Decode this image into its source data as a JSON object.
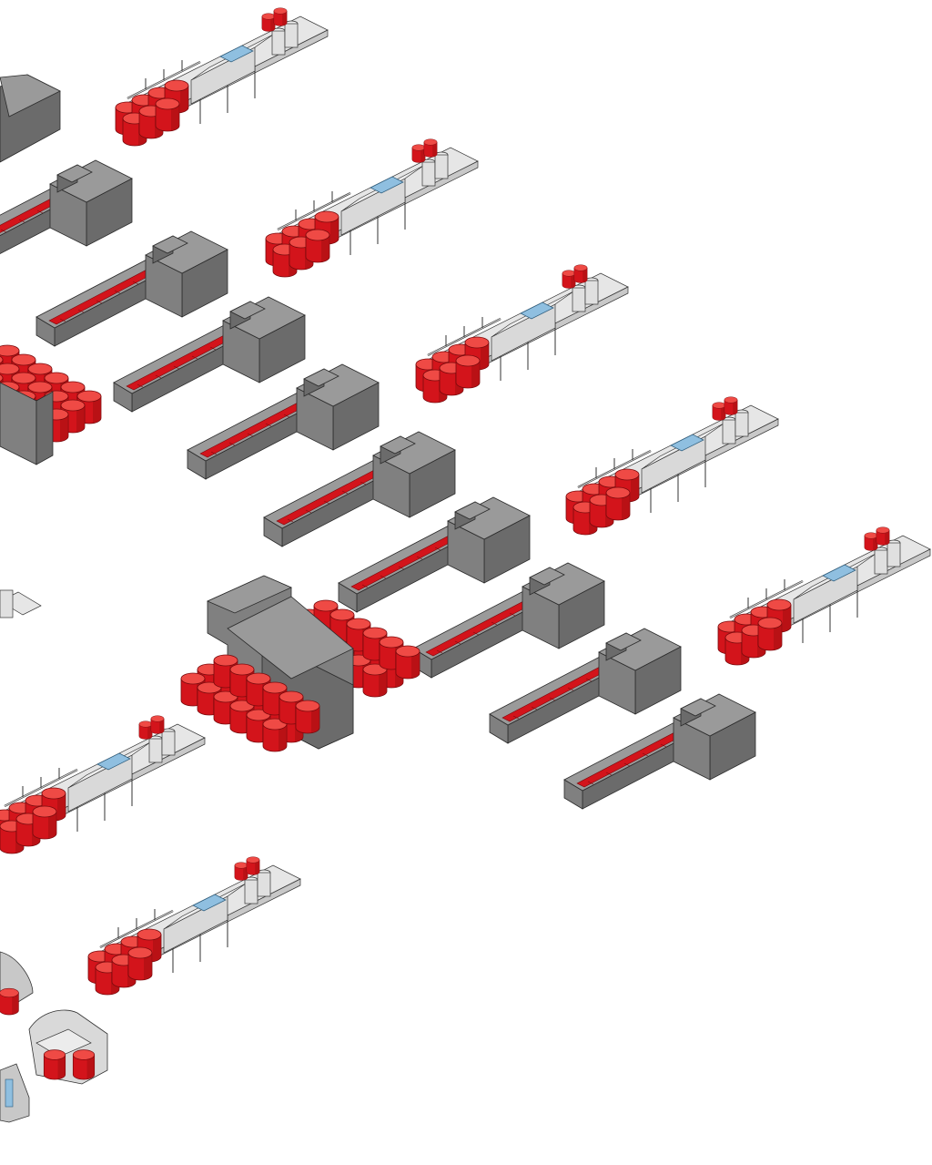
{
  "illustration": {
    "style": "isometric",
    "background": "#ffffff",
    "colors": {
      "machine_top": "#9a9a9a",
      "machine_left": "#808080",
      "machine_right": "#6b6b6b",
      "outline": "#2b2b2b",
      "drum_top": "#ef4a45",
      "drum_body": "#d3141b",
      "drum_shade": "#a80f13",
      "frame_light": "#e6e6e6",
      "frame_mid": "#c8c8c8",
      "panel_blue": "#8fbfe0"
    },
    "component_icons": [
      "coating-line-unit",
      "conveyor-machine",
      "drum-cluster",
      "gantry-frame",
      "round-booth"
    ]
  }
}
